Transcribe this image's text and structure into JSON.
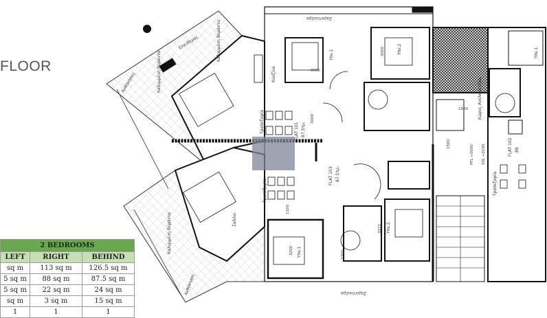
{
  "title": "FLOOR",
  "table": {
    "group_header": "2 BEDROOMS",
    "columns": [
      "LEFT",
      "RIGHT",
      "BEHIND"
    ],
    "rows": [
      [
        "sq m",
        "113 sq m",
        "126.5 sq m"
      ],
      [
        "5 sq m",
        "88 sq m",
        "87.5 sq m"
      ],
      [
        "5 sq m",
        "22 sq m",
        "24 sq m"
      ],
      [
        "sq m",
        "3 sq m",
        "15 sq m"
      ],
      [
        "1",
        "1",
        "1"
      ]
    ]
  },
  "plan": {
    "flats": {
      "flat101": "FLAT 101",
      "flat101_area": "87.5τμ.",
      "flat103": "FLAT 103",
      "flat103_area": "87.5τμ.",
      "flat102": "FLAT 102",
      "flat102_area": "88"
    },
    "rooms": {
      "bed1": "Υπν.1",
      "bed2": "Υπν.2",
      "living": "Σαλόνι",
      "dining": "Τραπεζαρία",
      "kitchen": "Κουζίνα",
      "covered_veranda": "Καλυμμένη Βεράντα",
      "planter": "Ανθόκηπος",
      "planter_box": "Ζαρντινιέρα",
      "open_space": "Ελεύθερος",
      "lift_lobby": "Χώρος Ανελκυστήρα",
      "ffl": "FFL +0000",
      "ssl": "SSL +0190"
    },
    "dims": {
      "d3000": "3000",
      "d3200": "3200",
      "d3215": "3215",
      "d1900": "1900",
      "d1500": "1500",
      "d2300": "2300",
      "d1100": "1100"
    }
  }
}
